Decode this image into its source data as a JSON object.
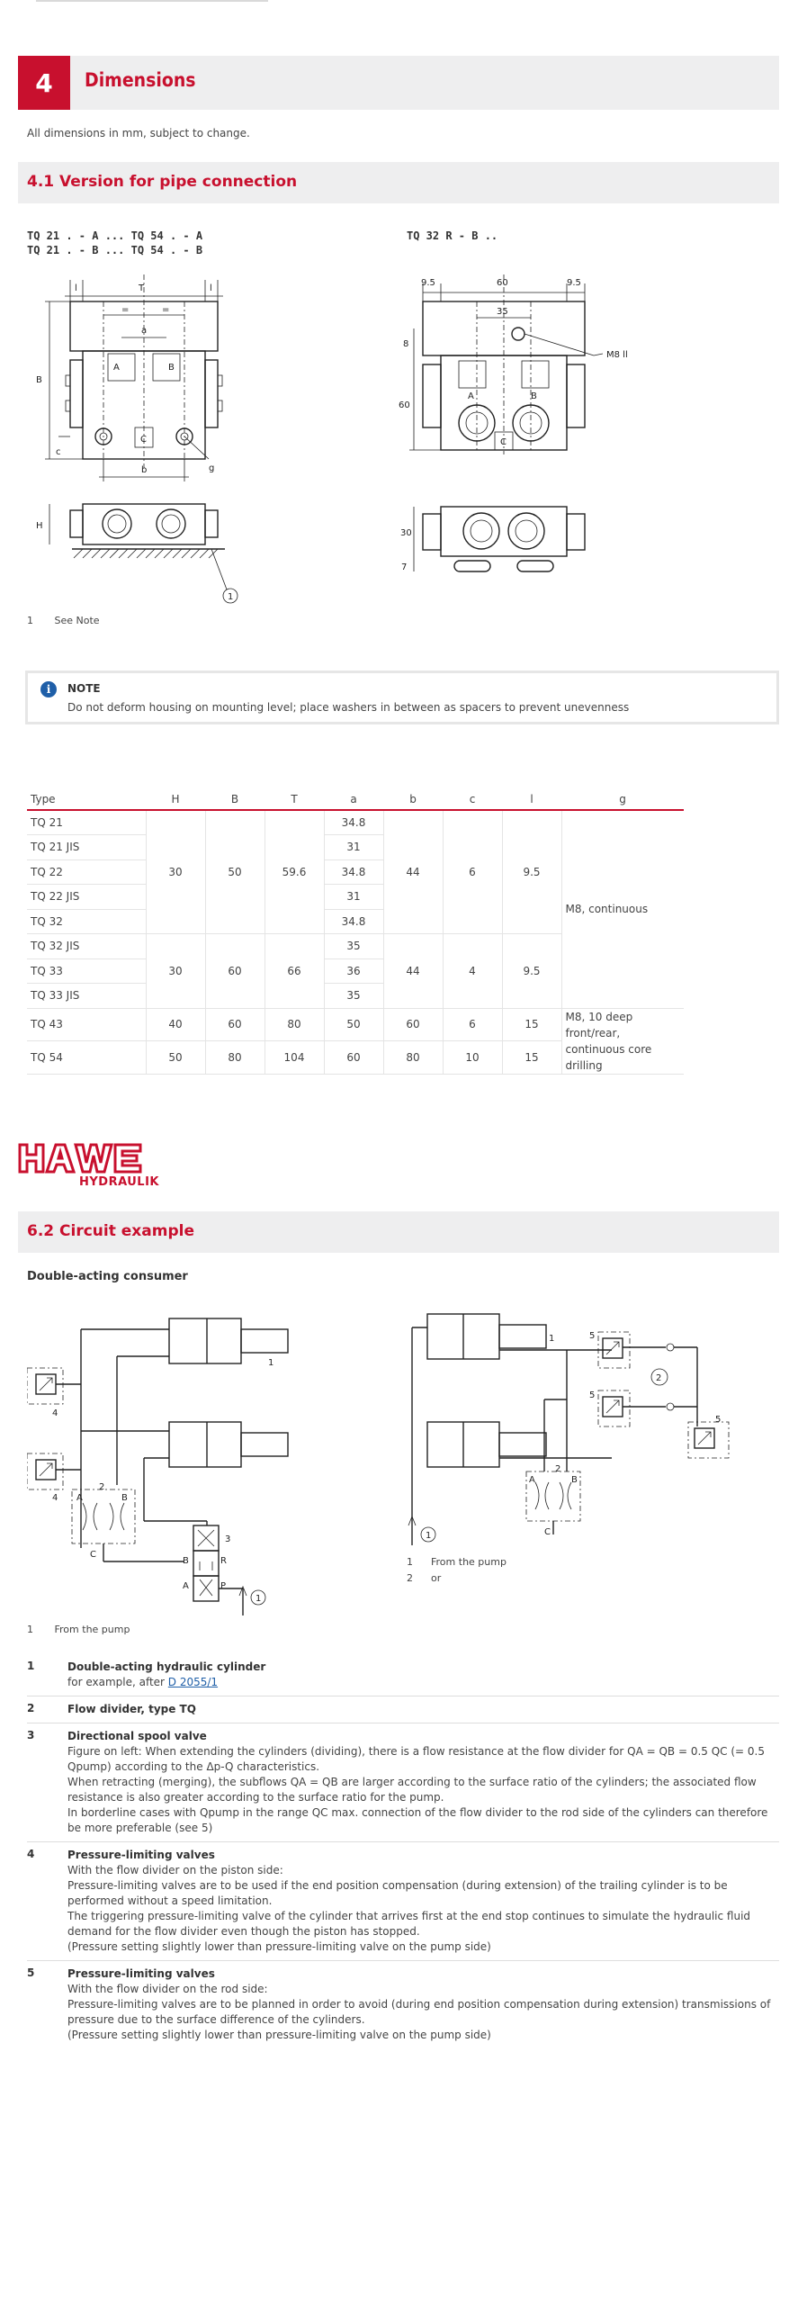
{
  "chapter": {
    "number": "4",
    "title": "Dimensions"
  },
  "note_line": "All dimensions in mm, subject to change.",
  "section_pipe": {
    "title": "4.1 Version for pipe connection"
  },
  "type_left": {
    "line1": "TQ 21 . - A ... TQ 54 . - A",
    "line2": "TQ 21 . - B ... TQ 54 . - B"
  },
  "type_right": {
    "line1": "TQ 32 R - B .."
  },
  "drawing_left": {
    "labels": {
      "l": "l",
      "T": "T",
      "eq": "=",
      "a": "a",
      "A": "A",
      "B": "B",
      "Bdim": "B",
      "c": "c",
      "C": "C",
      "b": "b",
      "g": "g",
      "H": "H",
      "one": "1"
    }
  },
  "drawing_right": {
    "labels": {
      "d95": "9.5",
      "d60": "60",
      "d35": "35",
      "m8": "M8 ll",
      "d8": "8",
      "d60v": "60",
      "A": "A",
      "B": "B",
      "C": "C",
      "d30": "30",
      "d7": "7"
    }
  },
  "footnote_dims": {
    "num": "1",
    "text": "See Note"
  },
  "note": {
    "icon": "i",
    "label": "NOTE",
    "text": "Do not deform housing on mounting level; place washers in between as spacers to prevent unevenness"
  },
  "table": {
    "headers": [
      "Type",
      "H",
      "B",
      "T",
      "a",
      "b",
      "c",
      "l",
      "g"
    ],
    "types": [
      "TQ 21",
      "TQ 21 JIS",
      "TQ 22",
      "TQ 22 JIS",
      "TQ 32",
      "TQ 32 JIS",
      "TQ 33",
      "TQ 33 JIS",
      "TQ 43",
      "TQ 54"
    ],
    "a_values": [
      "34.8",
      "31",
      "34.8",
      "31",
      "34.8",
      "35",
      "36",
      "35",
      "50",
      "60"
    ],
    "group1": {
      "H": "30",
      "B": "50",
      "T": "59.6",
      "b": "44",
      "c": "6",
      "l": "9.5"
    },
    "group2": {
      "H": "30",
      "B": "60",
      "T": "66",
      "b": "44",
      "c": "4",
      "l": "9.5"
    },
    "row_tq43": {
      "H": "40",
      "B": "60",
      "T": "80",
      "b": "60",
      "c": "6",
      "l": "15"
    },
    "row_tq54": {
      "H": "50",
      "B": "80",
      "T": "104",
      "b": "80",
      "c": "10",
      "l": "15"
    },
    "g_group": "M8, continuous",
    "g_last": "M8, 10 deep front/rear, continuous core drilling"
  },
  "logo": {
    "hydraulik": "HYDRAULIK",
    "color": "#c8102e"
  },
  "section_circuit": {
    "title": "6.2 Circuit example"
  },
  "subhead": "Double-acting consumer",
  "circuit_left": {
    "labels": {
      "one": "1",
      "two": "2",
      "three": "3",
      "four_a": "4",
      "four_b": "4",
      "A": "A",
      "B": "B",
      "C": "C",
      "B2": "B",
      "R": "R",
      "A2": "A",
      "P": "P",
      "pump": "1"
    }
  },
  "circuit_right": {
    "labels": {
      "one": "1",
      "two": "2",
      "five_a": "5",
      "five_b": "5",
      "five_c": "5",
      "circle2": "2",
      "A": "A",
      "B": "B",
      "C": "C",
      "pump": "1"
    }
  },
  "legend_right": [
    {
      "num": "1",
      "text": "From the pump"
    },
    {
      "num": "2",
      "text": "or"
    }
  ],
  "legend_left": {
    "num": "1",
    "text": "From the pump"
  },
  "descriptions": {
    "d1": {
      "num": "1",
      "title": "Double-acting hydraulic cylinder",
      "text_pre": "for example, after ",
      "link": "D 2055/1"
    },
    "d2": {
      "num": "2",
      "title": "Flow divider, type TQ"
    },
    "d3": {
      "num": "3",
      "title": "Directional spool valve",
      "p1": "Figure on left: When extending the cylinders (dividing), there is a flow resistance at the flow divider for QA = QB = 0.5 QC (= 0.5 Qpump) according to the Δp-Q characteristics.",
      "p2": "When retracting (merging), the subflows QA = QB are larger according to the surface ratio of the cylinders; the associated flow resistance is also greater according to the surface ratio for the pump.",
      "p3": "In borderline cases with Qpump in the range QC max. connection of the flow divider to the rod side of the cylinders can therefore be more preferable (see 5)"
    },
    "d4": {
      "num": "4",
      "title": "Pressure-limiting valves",
      "p1": "With the flow divider on the piston side:",
      "p2": "Pressure-limiting valves are to be used if the end position compensation (during extension) of the trailing cylinder is to be performed without a speed limitation.",
      "p3": "The triggering pressure-limiting valve of the cylinder that arrives first at the end stop continues to simulate the hydraulic fluid demand for the flow divider even though the piston has stopped.",
      "p4": "(Pressure setting slightly lower than pressure-limiting valve on the pump side)"
    },
    "d5": {
      "num": "5",
      "title": "Pressure-limiting valves",
      "p1": "With the flow divider on the rod side:",
      "p2": "Pressure-limiting valves are to be planned in order to avoid (during end position compensation during extension) transmissions of pressure due to the surface difference of the cylinders.",
      "p3": "(Pressure setting slightly lower than pressure-limiting valve on the pump side)"
    }
  }
}
